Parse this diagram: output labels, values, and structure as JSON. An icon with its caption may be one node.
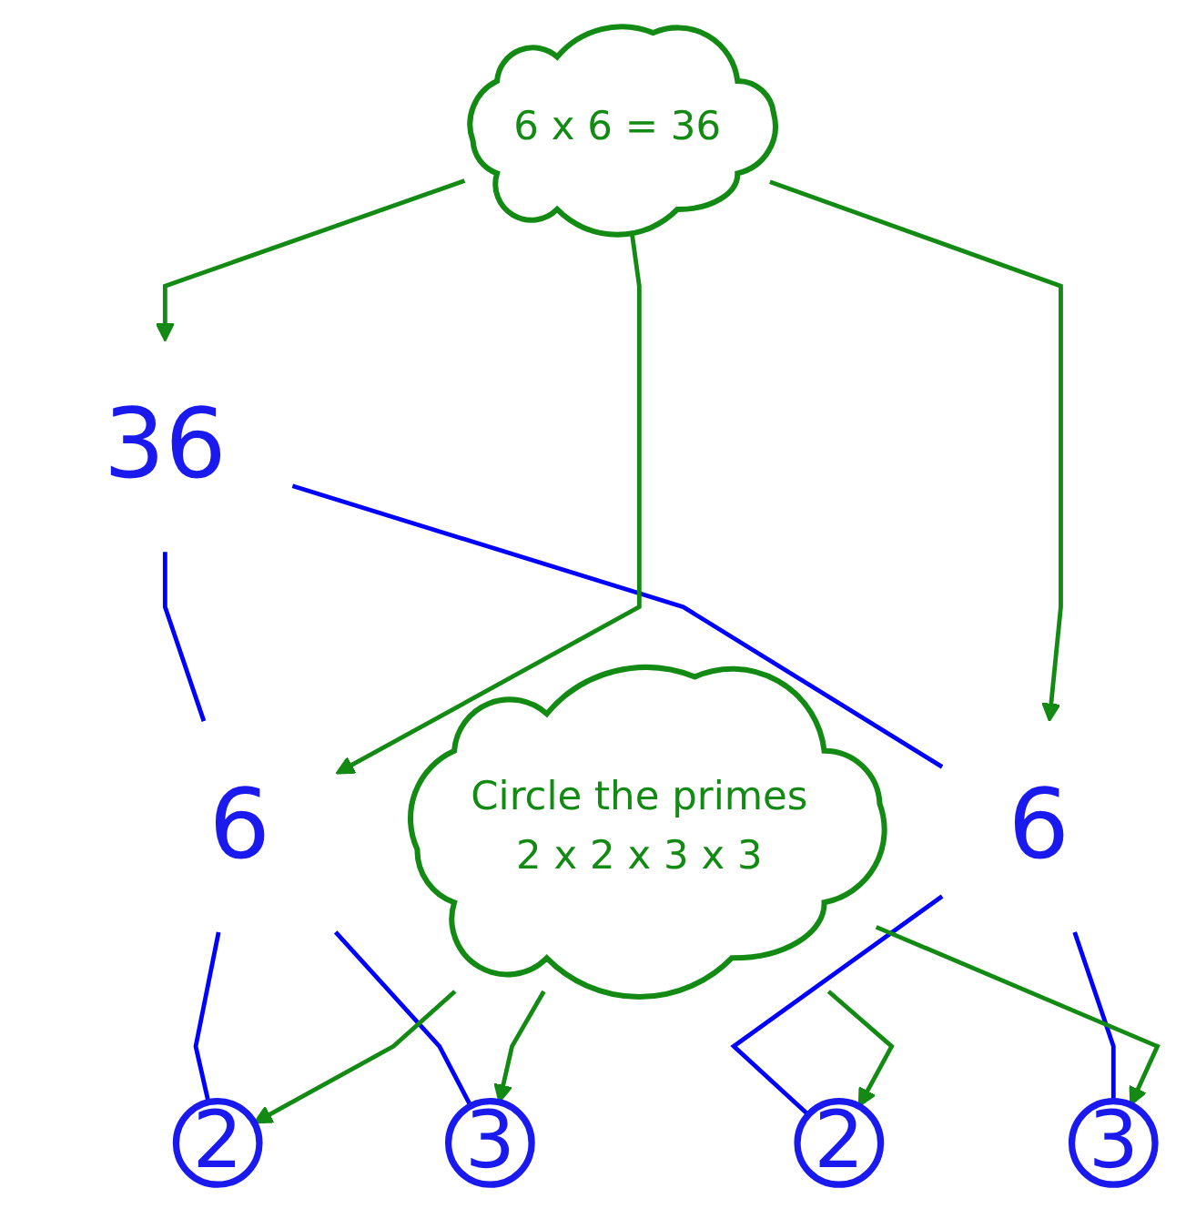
{
  "diagram": {
    "nodes": [
      {
        "text": [
          "36"
        ]
      },
      {
        "text": [
          "6"
        ]
      },
      {
        "text": [
          "6"
        ]
      },
      {
        "text": [
          "2"
        ]
      },
      {
        "text": [
          "3"
        ]
      },
      {
        "text": [
          "2"
        ]
      },
      {
        "text": [
          "3"
        ]
      },
      {
        "text": [
          "6 x 6 = 36"
        ]
      },
      {
        "text": [
          "Circle the primes",
          "2 x 2 x 3 x 3"
        ]
      }
    ],
    "edges": [
      {
        "from": 0,
        "to": 1,
        "arrow": "none",
        "color": "#0000ff"
      },
      {
        "from": 0,
        "to": 2,
        "arrow": "none",
        "color": "#0000ff"
      },
      {
        "from": 1,
        "to": 3,
        "arrow": "none",
        "color": "#0000ff"
      },
      {
        "from": 1,
        "to": 4,
        "arrow": "none",
        "color": "#0000ff"
      },
      {
        "from": 2,
        "to": 5,
        "arrow": "none",
        "color": "#0000ff"
      },
      {
        "from": 2,
        "to": 6,
        "arrow": "none",
        "color": "#0000ff"
      },
      {
        "from": 7,
        "to": 0,
        "arrow": "to",
        "color": "#138a13"
      },
      {
        "from": 7,
        "to": 1,
        "arrow": "to",
        "color": "#138a13"
      },
      {
        "from": 7,
        "to": 2,
        "arrow": "to",
        "color": "#138a13"
      },
      {
        "from": 8,
        "to": 3,
        "arrow": "to",
        "color": "#138a13"
      },
      {
        "from": 8,
        "to": 4,
        "arrow": "to",
        "color": "#138a13"
      },
      {
        "from": 8,
        "to": 5,
        "arrow": "to",
        "color": "#138a13"
      },
      {
        "from": 8,
        "to": 6,
        "arrow": "to",
        "color": "#138a13"
      }
    ]
  }
}
